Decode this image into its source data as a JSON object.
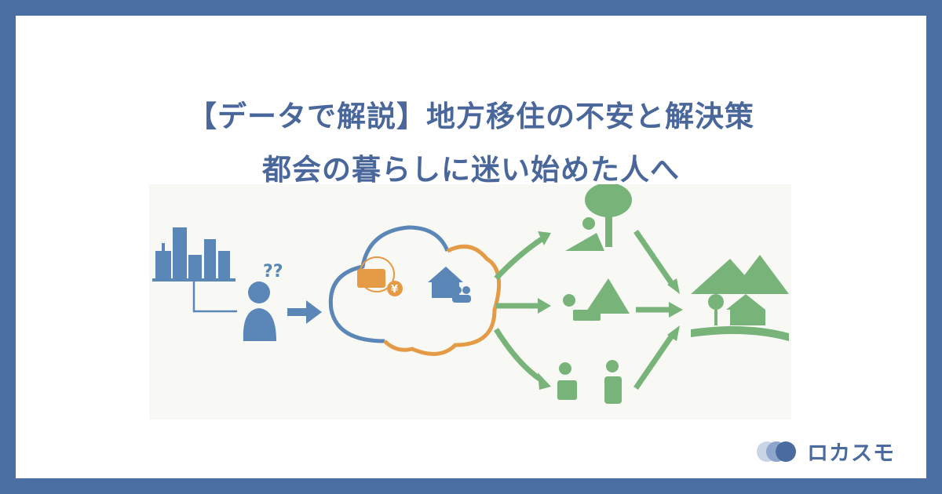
{
  "title": {
    "line1": "【データで解説】地方移住の不安と解決策",
    "line2": "都会の暮らしに迷い始めた人へ"
  },
  "illustration": {
    "question_marks": "??",
    "yen_symbol": "¥"
  },
  "logo": {
    "text": "ロカスモ"
  },
  "colors": {
    "frame": "#4b6fa3",
    "blue": "#5583b8",
    "orange": "#e59a45",
    "green": "#78b47a"
  }
}
